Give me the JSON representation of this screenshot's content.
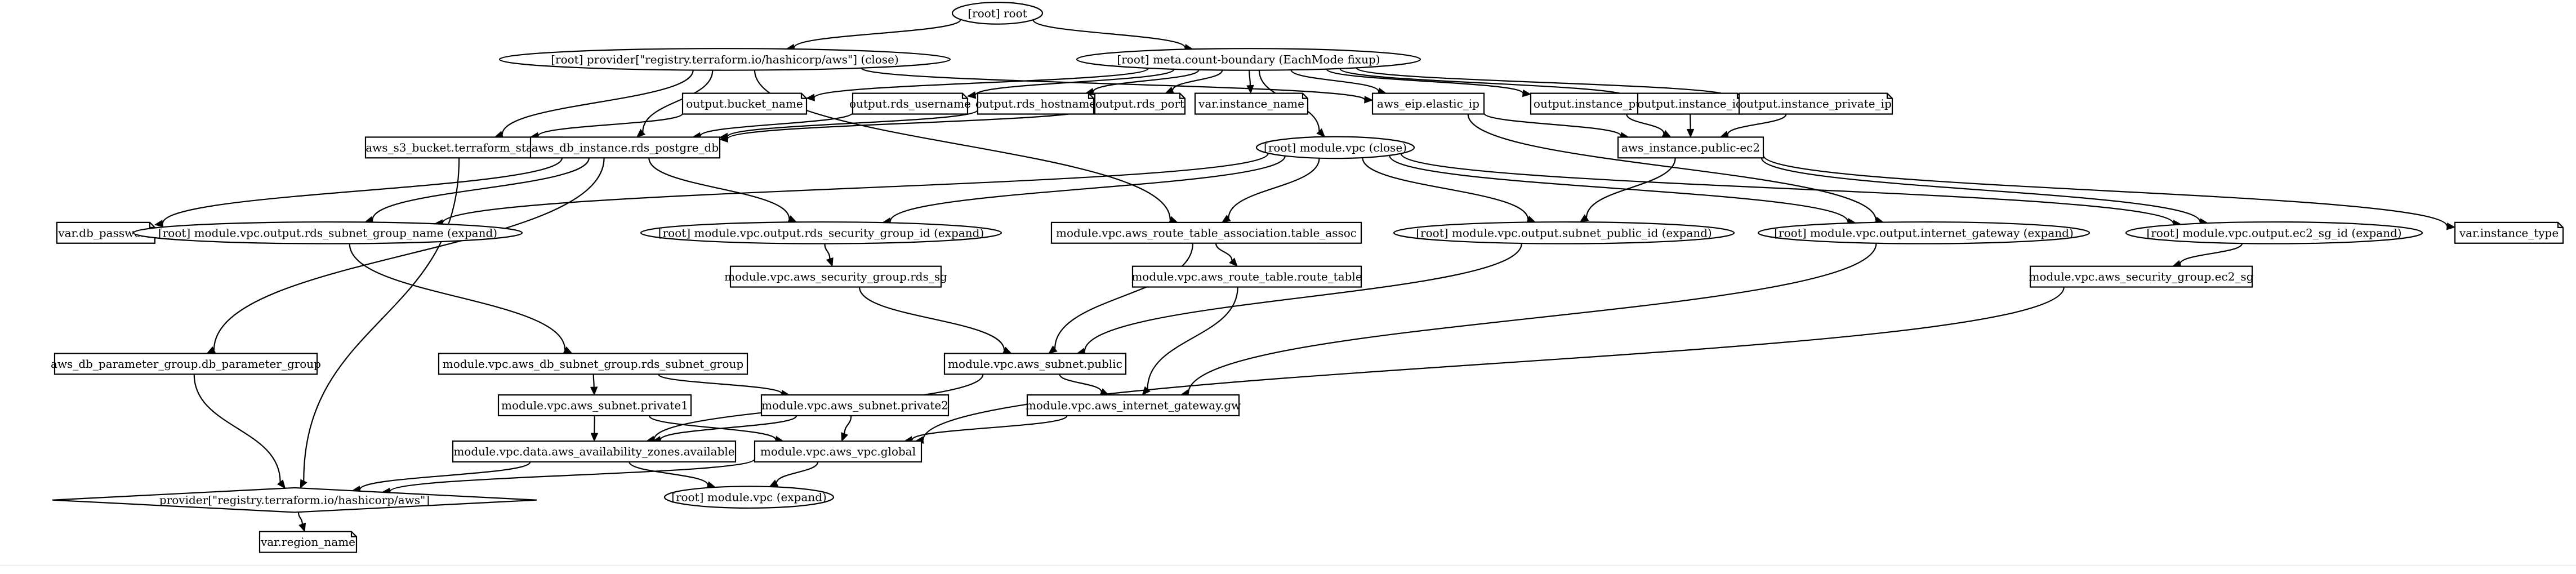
{
  "graph": {
    "nodes": [
      {
        "id": "root",
        "label": "[root] root",
        "shape": "ellipse"
      },
      {
        "id": "provider_close",
        "label": "[root] provider[\"registry.terraform.io/hashicorp/aws\"] (close)",
        "shape": "ellipse"
      },
      {
        "id": "meta",
        "label": "[root] meta.count-boundary (EachMode fixup)",
        "shape": "ellipse"
      },
      {
        "id": "out_bucket",
        "label": "output.bucket_name",
        "shape": "note"
      },
      {
        "id": "out_rds_user",
        "label": "output.rds_username",
        "shape": "note"
      },
      {
        "id": "out_rds_host",
        "label": "output.rds_hostname",
        "shape": "note"
      },
      {
        "id": "out_rds_port",
        "label": "output.rds_port",
        "shape": "note"
      },
      {
        "id": "var_instance_name",
        "label": "var.instance_name",
        "shape": "note"
      },
      {
        "id": "eip",
        "label": "aws_eip.elastic_ip",
        "shape": "box"
      },
      {
        "id": "out_public_ip",
        "label": "output.instance_public_ip",
        "shape": "note"
      },
      {
        "id": "out_instance_id",
        "label": "output.instance_id",
        "shape": "note"
      },
      {
        "id": "out_private_ip",
        "label": "output.instance_private_ip",
        "shape": "note"
      },
      {
        "id": "s3",
        "label": "aws_s3_bucket.terraform_state_s3",
        "shape": "box"
      },
      {
        "id": "rds",
        "label": "aws_db_instance.rds_postgre_db",
        "shape": "box"
      },
      {
        "id": "vpc_close",
        "label": "[root] module.vpc (close)",
        "shape": "ellipse"
      },
      {
        "id": "ec2",
        "label": "aws_instance.public-ec2",
        "shape": "box"
      },
      {
        "id": "var_db_password",
        "label": "var.db_password",
        "shape": "note"
      },
      {
        "id": "subnet_group_name",
        "label": "[root] module.vpc.output.rds_subnet_group_name (expand)",
        "shape": "ellipse"
      },
      {
        "id": "rds_sg_id",
        "label": "[root] module.vpc.output.rds_security_group_id (expand)",
        "shape": "ellipse"
      },
      {
        "id": "rt_assoc",
        "label": "module.vpc.aws_route_table_association.table_assoc",
        "shape": "box"
      },
      {
        "id": "subnet_public_id",
        "label": "[root] module.vpc.output.subnet_public_id (expand)",
        "shape": "ellipse"
      },
      {
        "id": "igw_out",
        "label": "[root] module.vpc.output.internet_gateway (expand)",
        "shape": "ellipse"
      },
      {
        "id": "ec2_sg_id",
        "label": "[root] module.vpc.output.ec2_sg_id (expand)",
        "shape": "ellipse"
      },
      {
        "id": "var_instance_type",
        "label": "var.instance_type",
        "shape": "note"
      },
      {
        "id": "rds_sg",
        "label": "module.vpc.aws_security_group.rds_sg",
        "shape": "box"
      },
      {
        "id": "route_table",
        "label": "module.vpc.aws_route_table.route_table",
        "shape": "box"
      },
      {
        "id": "ec2_sg",
        "label": "module.vpc.aws_security_group.ec2_sg",
        "shape": "box"
      },
      {
        "id": "param_group",
        "label": "aws_db_parameter_group.db_parameter_group",
        "shape": "box"
      },
      {
        "id": "db_subnet_group",
        "label": "module.vpc.aws_db_subnet_group.rds_subnet_group",
        "shape": "box"
      },
      {
        "id": "subnet_public",
        "label": "module.vpc.aws_subnet.public",
        "shape": "box"
      },
      {
        "id": "private1",
        "label": "module.vpc.aws_subnet.private1",
        "shape": "box"
      },
      {
        "id": "private2",
        "label": "module.vpc.aws_subnet.private2",
        "shape": "box"
      },
      {
        "id": "igw",
        "label": "module.vpc.aws_internet_gateway.gw",
        "shape": "box"
      },
      {
        "id": "azs",
        "label": "module.vpc.data.aws_availability_zones.available",
        "shape": "box"
      },
      {
        "id": "vpc_global",
        "label": "module.vpc.aws_vpc.global",
        "shape": "box"
      },
      {
        "id": "provider",
        "label": "provider[\"registry.terraform.io/hashicorp/aws\"]",
        "shape": "diamond"
      },
      {
        "id": "vpc_expand",
        "label": "[root] module.vpc (expand)",
        "shape": "ellipse"
      },
      {
        "id": "var_region",
        "label": "var.region_name",
        "shape": "note"
      }
    ],
    "edges": [
      [
        "root",
        "provider_close"
      ],
      [
        "root",
        "meta"
      ],
      [
        "provider_close",
        "s3"
      ],
      [
        "provider_close",
        "rds"
      ],
      [
        "provider_close",
        "rt_assoc"
      ],
      [
        "provider_close",
        "eip"
      ],
      [
        "meta",
        "out_bucket"
      ],
      [
        "meta",
        "out_rds_user"
      ],
      [
        "meta",
        "out_rds_host"
      ],
      [
        "meta",
        "out_rds_port"
      ],
      [
        "meta",
        "var_instance_name"
      ],
      [
        "meta",
        "eip"
      ],
      [
        "meta",
        "out_public_ip"
      ],
      [
        "meta",
        "out_instance_id"
      ],
      [
        "meta",
        "out_private_ip"
      ],
      [
        "meta",
        "vpc_close"
      ],
      [
        "out_bucket",
        "s3"
      ],
      [
        "out_rds_user",
        "rds"
      ],
      [
        "out_rds_host",
        "rds"
      ],
      [
        "out_rds_port",
        "rds"
      ],
      [
        "eip",
        "ec2"
      ],
      [
        "eip",
        "igw_out"
      ],
      [
        "out_public_ip",
        "ec2"
      ],
      [
        "out_instance_id",
        "ec2"
      ],
      [
        "out_private_ip",
        "ec2"
      ],
      [
        "s3",
        "provider"
      ],
      [
        "rds",
        "var_db_password"
      ],
      [
        "rds",
        "subnet_group_name"
      ],
      [
        "rds",
        "rds_sg_id"
      ],
      [
        "rds",
        "param_group"
      ],
      [
        "vpc_close",
        "subnet_group_name"
      ],
      [
        "vpc_close",
        "rds_sg_id"
      ],
      [
        "vpc_close",
        "rt_assoc"
      ],
      [
        "vpc_close",
        "subnet_public_id"
      ],
      [
        "vpc_close",
        "igw_out"
      ],
      [
        "vpc_close",
        "ec2_sg_id"
      ],
      [
        "ec2",
        "subnet_public_id"
      ],
      [
        "ec2",
        "ec2_sg_id"
      ],
      [
        "ec2",
        "var_instance_type"
      ],
      [
        "subnet_group_name",
        "db_subnet_group"
      ],
      [
        "rds_sg_id",
        "rds_sg"
      ],
      [
        "rt_assoc",
        "route_table"
      ],
      [
        "rt_assoc",
        "subnet_public"
      ],
      [
        "subnet_public_id",
        "subnet_public"
      ],
      [
        "igw_out",
        "igw"
      ],
      [
        "ec2_sg_id",
        "ec2_sg"
      ],
      [
        "rds_sg",
        "subnet_public"
      ],
      [
        "route_table",
        "igw"
      ],
      [
        "ec2_sg",
        "vpc_global"
      ],
      [
        "param_group",
        "provider"
      ],
      [
        "db_subnet_group",
        "private1"
      ],
      [
        "db_subnet_group",
        "private2"
      ],
      [
        "subnet_public",
        "igw"
      ],
      [
        "subnet_public",
        "azs"
      ],
      [
        "private1",
        "azs"
      ],
      [
        "private1",
        "vpc_global"
      ],
      [
        "private2",
        "azs"
      ],
      [
        "private2",
        "vpc_global"
      ],
      [
        "igw",
        "vpc_global"
      ],
      [
        "azs",
        "provider"
      ],
      [
        "azs",
        "vpc_expand"
      ],
      [
        "vpc_global",
        "provider"
      ],
      [
        "vpc_global",
        "vpc_expand"
      ],
      [
        "provider",
        "var_region"
      ]
    ]
  }
}
